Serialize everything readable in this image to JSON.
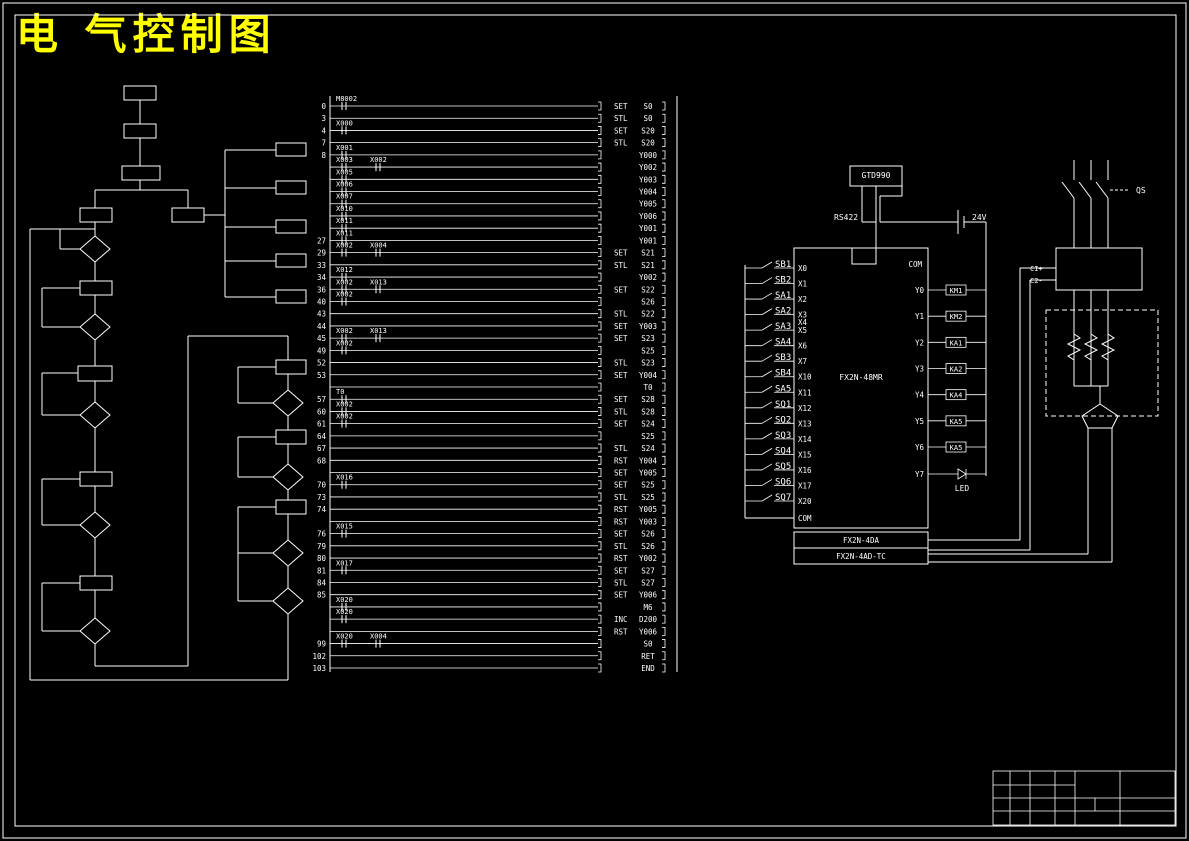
{
  "title": "电 气控制图",
  "ladder": {
    "rungs": [
      {
        "n": "0",
        "contacts": [
          "M8002"
        ],
        "op": "SET",
        "dev": "S0"
      },
      {
        "n": "3",
        "contacts": [],
        "op": "STL",
        "dev": "S0"
      },
      {
        "n": "4",
        "contacts": [
          "X000"
        ],
        "op": "SET",
        "dev": "S20"
      },
      {
        "n": "7",
        "contacts": [],
        "op": "STL",
        "dev": "S20"
      },
      {
        "n": "8",
        "contacts": [
          "X001"
        ],
        "op": "",
        "dev": "Y000"
      },
      {
        "n": "",
        "contacts": [
          "X003",
          "X002"
        ],
        "op": "",
        "dev": "Y002"
      },
      {
        "n": "",
        "contacts": [
          "X005"
        ],
        "op": "",
        "dev": "Y003"
      },
      {
        "n": "",
        "contacts": [
          "X006"
        ],
        "op": "",
        "dev": "Y004"
      },
      {
        "n": "",
        "contacts": [
          "X007"
        ],
        "op": "",
        "dev": "Y005"
      },
      {
        "n": "",
        "contacts": [
          "X010"
        ],
        "op": "",
        "dev": "Y006"
      },
      {
        "n": "",
        "contacts": [
          "X011"
        ],
        "op": "",
        "dev": "Y001"
      },
      {
        "n": "27",
        "contacts": [
          "X011"
        ],
        "op": "",
        "dev": "Y001"
      },
      {
        "n": "29",
        "contacts": [
          "X002",
          "X004"
        ],
        "op": "SET",
        "dev": "S21"
      },
      {
        "n": "33",
        "contacts": [],
        "op": "STL",
        "dev": "S21"
      },
      {
        "n": "34",
        "contacts": [
          "X012"
        ],
        "op": "",
        "dev": "Y002"
      },
      {
        "n": "36",
        "contacts": [
          "X002",
          "X013"
        ],
        "op": "SET",
        "dev": "S22"
      },
      {
        "n": "40",
        "contacts": [
          "X002"
        ],
        "op": "",
        "dev": "S26"
      },
      {
        "n": "43",
        "contacts": [],
        "op": "STL",
        "dev": "S22"
      },
      {
        "n": "44",
        "contacts": [],
        "op": "SET",
        "dev": "Y003"
      },
      {
        "n": "45",
        "contacts": [
          "X002",
          "X013"
        ],
        "op": "SET",
        "dev": "S23"
      },
      {
        "n": "49",
        "contacts": [
          "X002"
        ],
        "op": "",
        "dev": "S25"
      },
      {
        "n": "52",
        "contacts": [],
        "op": "STL",
        "dev": "S23"
      },
      {
        "n": "53",
        "contacts": [],
        "op": "SET",
        "dev": "Y004"
      },
      {
        "n": "",
        "contacts": [],
        "op": "",
        "dev": "T0"
      },
      {
        "n": "57",
        "contacts": [
          "T0"
        ],
        "op": "SET",
        "dev": "S28"
      },
      {
        "n": "60",
        "contacts": [
          "X002"
        ],
        "op": "STL",
        "dev": "S28"
      },
      {
        "n": "61",
        "contacts": [
          "X002"
        ],
        "op": "SET",
        "dev": "S24"
      },
      {
        "n": "64",
        "contacts": [],
        "op": "",
        "dev": "S25"
      },
      {
        "n": "67",
        "contacts": [],
        "op": "STL",
        "dev": "S24"
      },
      {
        "n": "68",
        "contacts": [],
        "op": "RST",
        "dev": "Y004"
      },
      {
        "n": "",
        "contacts": [],
        "op": "SET",
        "dev": "Y005"
      },
      {
        "n": "70",
        "contacts": [
          "X016"
        ],
        "op": "SET",
        "dev": "S25"
      },
      {
        "n": "73",
        "contacts": [],
        "op": "STL",
        "dev": "S25"
      },
      {
        "n": "74",
        "contacts": [],
        "op": "RST",
        "dev": "Y005"
      },
      {
        "n": "",
        "contacts": [],
        "op": "RST",
        "dev": "Y003"
      },
      {
        "n": "76",
        "contacts": [
          "X015"
        ],
        "op": "SET",
        "dev": "S26"
      },
      {
        "n": "79",
        "contacts": [],
        "op": "STL",
        "dev": "S26"
      },
      {
        "n": "80",
        "contacts": [],
        "op": "RST",
        "dev": "Y002"
      },
      {
        "n": "81",
        "contacts": [
          "X017"
        ],
        "op": "SET",
        "dev": "S27"
      },
      {
        "n": "84",
        "contacts": [],
        "op": "STL",
        "dev": "S27"
      },
      {
        "n": "85",
        "contacts": [],
        "op": "SET",
        "dev": "Y006"
      },
      {
        "n": "",
        "contacts": [
          "X020"
        ],
        "op": "",
        "dev": "M6"
      },
      {
        "n": "",
        "contacts": [
          "X020"
        ],
        "op": "INC",
        "dev": "D200"
      },
      {
        "n": "",
        "contacts": [],
        "op": "RST",
        "dev": "Y006"
      },
      {
        "n": "99",
        "contacts": [
          "X020",
          "X004"
        ],
        "op": "",
        "dev": "S0"
      },
      {
        "n": "102",
        "contacts": [],
        "op": "",
        "dev": "RET"
      },
      {
        "n": "103",
        "contacts": [],
        "op": "",
        "dev": "END"
      }
    ]
  },
  "wiring": {
    "gtd": "GTD990",
    "rs": "RS422",
    "v24": "24V",
    "plc": "FX2N-48MR",
    "com_right": "COM",
    "com_left": "COM",
    "m1": "FX2N-4DA",
    "m2": "FX2N-4AD-TC",
    "inputs": [
      {
        "term": "X0",
        "dev": "SB1"
      },
      {
        "term": "X1",
        "dev": "SB2"
      },
      {
        "term": "X2",
        "dev": "SA1"
      },
      {
        "term": "X3",
        "dev": "SA2"
      },
      {
        "term": "X5",
        "dev": "SA3"
      },
      {
        "term": "X6",
        "dev": "SA4"
      },
      {
        "term": "X7",
        "dev": "SB3"
      },
      {
        "term": "X10",
        "dev": "SB4"
      },
      {
        "term": "X11",
        "dev": "SA5"
      },
      {
        "term": "X12",
        "dev": "SQ1"
      },
      {
        "term": "X13",
        "dev": "SQ2"
      },
      {
        "term": "X14",
        "dev": "SQ3"
      },
      {
        "term": "X15",
        "dev": "SQ4"
      },
      {
        "term": "X16",
        "dev": "SQ5"
      },
      {
        "term": "X17",
        "dev": "SQ6"
      },
      {
        "term": "X20",
        "dev": "SQ7"
      }
    ],
    "x4": "X4",
    "outputs": [
      {
        "term": "Y0",
        "dev": "KM1"
      },
      {
        "term": "Y1",
        "dev": "KM2"
      },
      {
        "term": "Y2",
        "dev": "KA1"
      },
      {
        "term": "Y3",
        "dev": "KA2"
      },
      {
        "term": "Y4",
        "dev": "KA4"
      },
      {
        "term": "Y5",
        "dev": "KA5"
      },
      {
        "term": "Y6",
        "dev": "KA5"
      }
    ],
    "y7": "Y7",
    "led": "LED",
    "qs": "QS",
    "ci": "CI+",
    "c2": "C2-"
  }
}
